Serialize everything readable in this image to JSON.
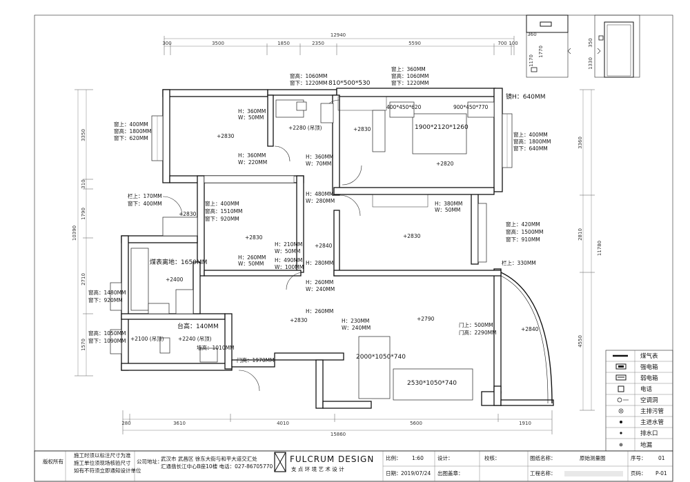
{
  "dimensions": {
    "top_total": "12940",
    "top_segments": [
      "300",
      "3500",
      "1850",
      "2350",
      "5590",
      "700",
      "100"
    ],
    "bottom_total": "15860",
    "bottom_segments": [
      "280",
      "3610",
      "4010",
      "5600",
      "1910"
    ],
    "left_total": "10390",
    "left_segments": [
      "3350",
      "310",
      "1790",
      "2710",
      "1570"
    ],
    "right_total": "11780",
    "right_segments": [
      "3360",
      "2810",
      "4550"
    ],
    "detail_1": [
      "360",
      "1770",
      "1170"
    ],
    "detail_2": [
      "350",
      "1330"
    ]
  },
  "room_elevations": [
    "+2830",
    "+2280 (吊顶)",
    "+2830",
    "+2820",
    "+2830",
    "+2830",
    "+2840",
    "+2400",
    "+2830",
    "+2790",
    "+2840",
    "+2100 (吊顶)",
    "+2240 (吊顶)"
  ],
  "furniture": [
    "810*500*530",
    "400*450*620",
    "900*450*770",
    "1900*2120*1260",
    "2000*1050*740",
    "2530*1050*740"
  ],
  "annotations": {
    "a01": "窗高：1060MM",
    "a02": "窗下：1220MM",
    "a03": "窗上：360MM",
    "a04": "窗高：1060MM",
    "a05": "窗下：1220MM",
    "a06": "镜H：640MM",
    "a07": "窗上：400MM",
    "a08": "窗高：1800MM",
    "a09": "窗下：620MM",
    "a10": "窗上：400MM",
    "a11": "窗高：1800MM",
    "a12": "窗下：640MM",
    "a13": "H：360MM",
    "a14": "W：50MM",
    "a15": "H：360MM",
    "a16": "W：220MM",
    "a17": "H：360MM",
    "a18": "W：70MM",
    "a19": "栏上：170MM",
    "a20": "窗下：400MM",
    "a21": "H：480MM",
    "a22": "W：280MM",
    "a23": "窗上：400MM",
    "a24": "窗高：1510MM",
    "a25": "窗下：920MM",
    "a26": "H：380MM",
    "a27": "W：50MM",
    "a28": "窗上：420MM",
    "a29": "窗高：1500MM",
    "a30": "窗下：910MM",
    "a31": "H：210MM",
    "a32": "W：50MM",
    "a33": "H：260MM",
    "a34": "W：50MM",
    "a35": "H：490MM",
    "a36": "W：100MM",
    "a37": "H：280MM",
    "a38": "栏上：330MM",
    "a39": "煤表离地：1650MM",
    "a40": "H：260MM",
    "a41": "W：240MM",
    "a42": "窗高：1480MM",
    "a43": "窗下：920MM",
    "a44": "H：260MM",
    "a45": "H：230MM",
    "a46": "W：240MM",
    "a47": "门上：500MM",
    "a48": "门高：2290MM",
    "a49": "台高：140MM",
    "a50": "窗高：1050MM",
    "a51": "窗下：1090MM",
    "a52": "墙高：1010MM",
    "a53": "门高：1970MM"
  },
  "legend": [
    {
      "label": "煤气表",
      "icon": "gas-meter-icon"
    },
    {
      "label": "强电箱",
      "icon": "strong-electric-box-icon"
    },
    {
      "label": "弱电箱",
      "icon": "weak-electric-box-icon"
    },
    {
      "label": "电话",
      "icon": "telephone-icon"
    },
    {
      "label": "空调洞",
      "icon": "ac-hole-icon"
    },
    {
      "label": "主排污管",
      "icon": "sewage-pipe-icon"
    },
    {
      "label": "主进水管",
      "icon": "water-inlet-pipe-icon"
    },
    {
      "label": "排水口",
      "icon": "drain-outlet-icon"
    },
    {
      "label": "地漏",
      "icon": "floor-drain-icon"
    }
  ],
  "title_block": {
    "notice_label": "版权所有",
    "notes": [
      "施工时须以标注尺寸为准",
      "施工单位须现场核验尺寸",
      "如有不符须立即通知设计单位"
    ],
    "address_label": "公司地址：",
    "address": [
      "武汉市 武昌区 徐东大街与和平大道交汇处",
      "汇通翡长江中心B座10楼 电话：027-86705770"
    ],
    "logo": "FULCRUM DESIGN",
    "logo_sub": "支 点 环 境 艺 术 设 计",
    "scale_label": "比例：",
    "scale": "1:60",
    "design_label": "设计：",
    "date_label": "日期：",
    "date": "2019/07/24",
    "stamp_label": "出图盖章：",
    "check_label": "校核：",
    "drawing_name_label": "图纸名称：",
    "drawing_name": "原始测量图",
    "project_label": "工程名称：",
    "serial_label": "序号：",
    "serial": "01",
    "page_label": "页码：",
    "page": "P-01"
  }
}
